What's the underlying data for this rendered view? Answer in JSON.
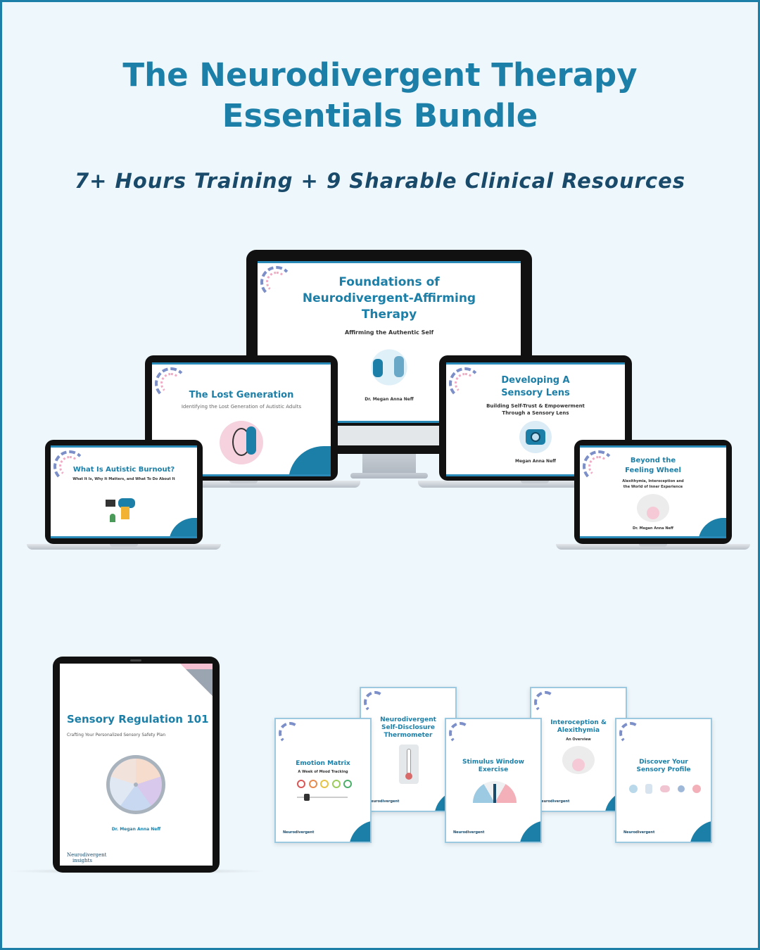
{
  "header": {
    "title_line1": "The Neurodivergent Therapy",
    "title_line2": "Essentials Bundle",
    "subtitle": "7+ Hours Training + 9 Sharable Clinical Resources"
  },
  "courses": {
    "foundations": {
      "title1": "Foundations of",
      "title2": "Neurodivergent-Affirming",
      "title3": "Therapy",
      "subtitle": "Affirming the Authentic Self",
      "author": "Dr. Megan Anna Neff"
    },
    "lost_generation": {
      "title": "The Lost Generation",
      "subtitle": "Identifying the Lost Generation of Autistic Adults"
    },
    "sensory_lens": {
      "title1": "Developing A",
      "title2": "Sensory Lens",
      "subtitle1": "Building Self-Trust & Empowerment",
      "subtitle2": "Through a Sensory Lens",
      "author": "Megan Anna Neff"
    },
    "burnout": {
      "title": "What Is Autistic Burnout?",
      "subtitle": "What It Is, Why It Matters, and What To Do About It"
    },
    "feeling_wheel": {
      "title1": "Beyond the",
      "title2": "Feeling Wheel",
      "subtitle1": "Alexithymia, Interoception and",
      "subtitle2": "the World of Inner Experience",
      "author": "Dr. Megan Anna Neff"
    }
  },
  "tablet": {
    "title": "Sensory Regulation 101",
    "subtitle": "Crafting Your Personalized Sensory Safety Plan",
    "author": "Dr. Megan Anna Neff",
    "logo1": "Neurodivergent",
    "logo2": "insights"
  },
  "resources": {
    "thermometer": {
      "title1": "Neurodivergent",
      "title2": "Self-Disclosure",
      "title3": "Thermometer",
      "logo": "Neurodivergent"
    },
    "interoception": {
      "title1": "Interoception &",
      "title2": "Alexithymia",
      "subtitle": "An Overview",
      "logo": "Neurodivergent"
    },
    "emotion_matrix": {
      "title": "Emotion Matrix",
      "subtitle": "A Week of Mood Tracking",
      "logo": "Neurodivergent"
    },
    "stimulus": {
      "title1": "Stimulus Window",
      "title2": "Exercise",
      "logo": "Neurodivergent"
    },
    "sensory_profile": {
      "title1": "Discover Your",
      "title2": "Sensory Profile",
      "logo": "Neurodivergent"
    }
  },
  "colors": {
    "brand": "#1b7fa8",
    "dark": "#1a4a69",
    "background": "#eef7fc"
  }
}
